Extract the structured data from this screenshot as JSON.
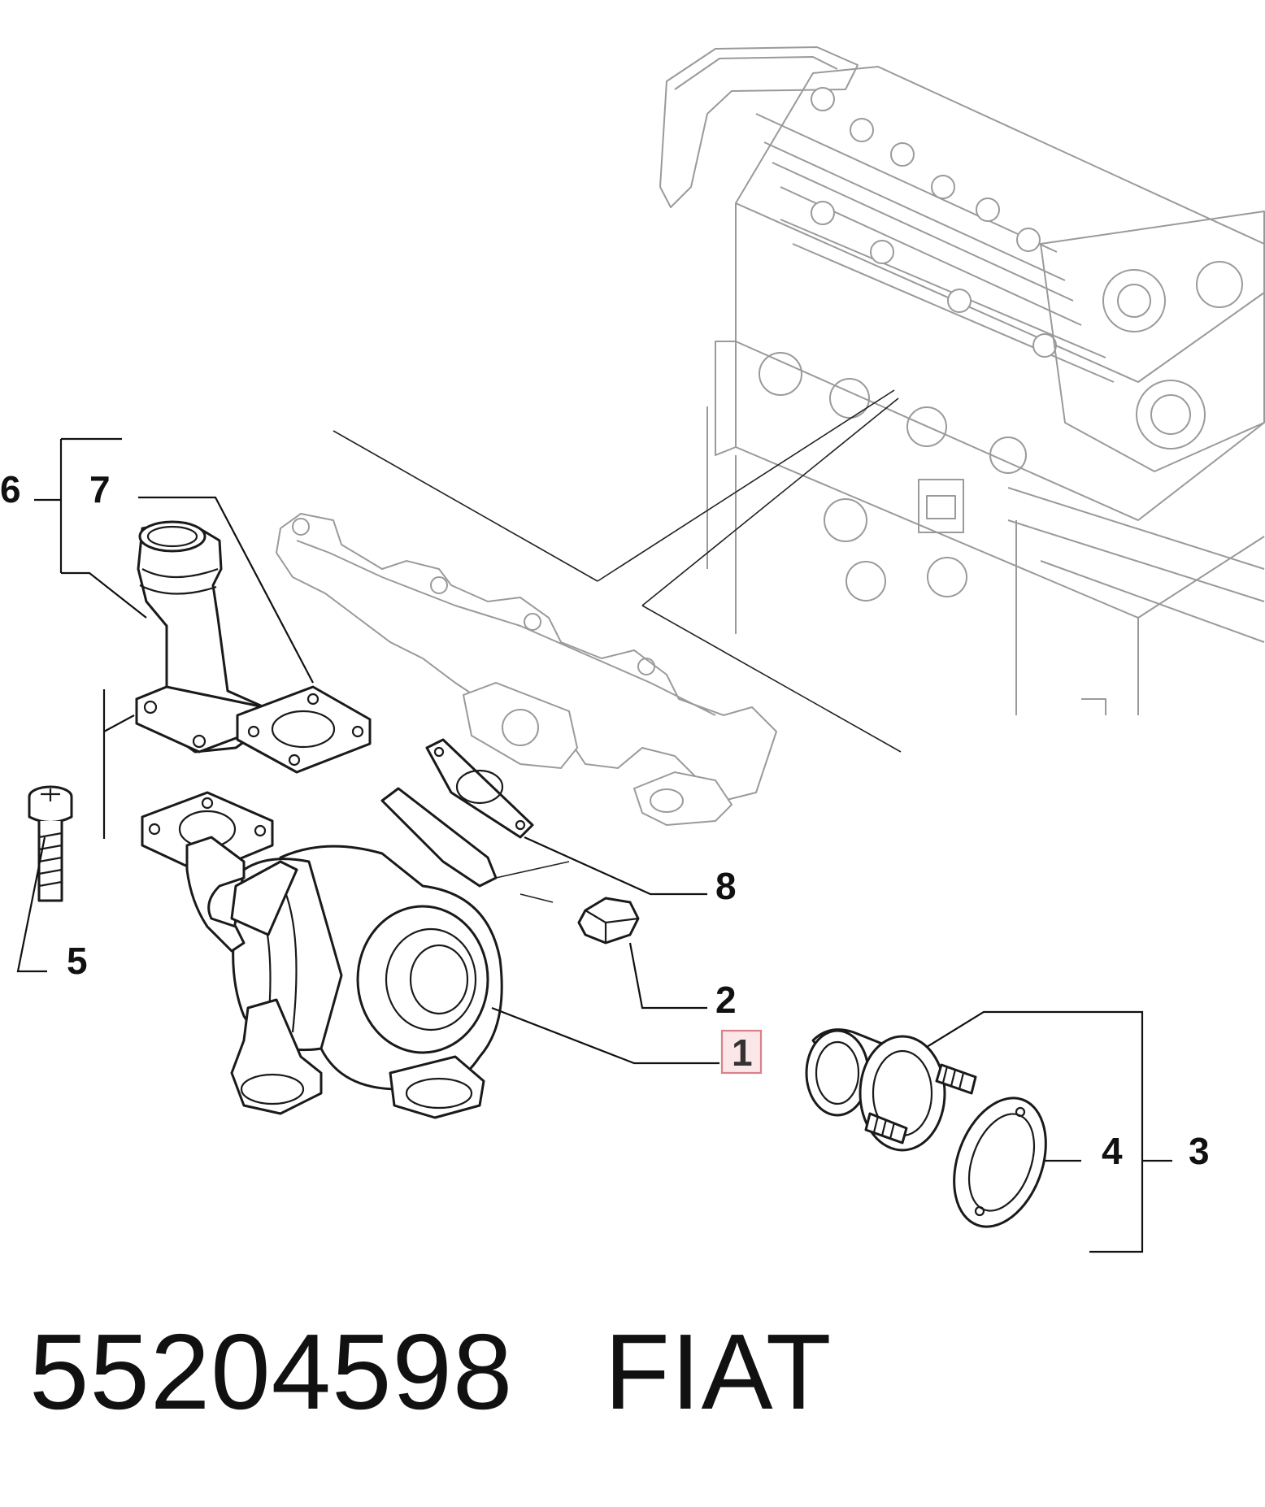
{
  "callouts": {
    "c1": "1",
    "c2": "2",
    "c3": "3",
    "c4": "4",
    "c5": "5",
    "c6": "6",
    "c7": "7",
    "c8": "8"
  },
  "highlight": {
    "callout": "1",
    "border_color": "#d9808a",
    "fill_color": "#fbe6e8"
  },
  "footer": {
    "part_number": "55204598",
    "brand": "FIAT"
  },
  "colors": {
    "line": "#111111",
    "background_engine": "#9a9a9a"
  }
}
